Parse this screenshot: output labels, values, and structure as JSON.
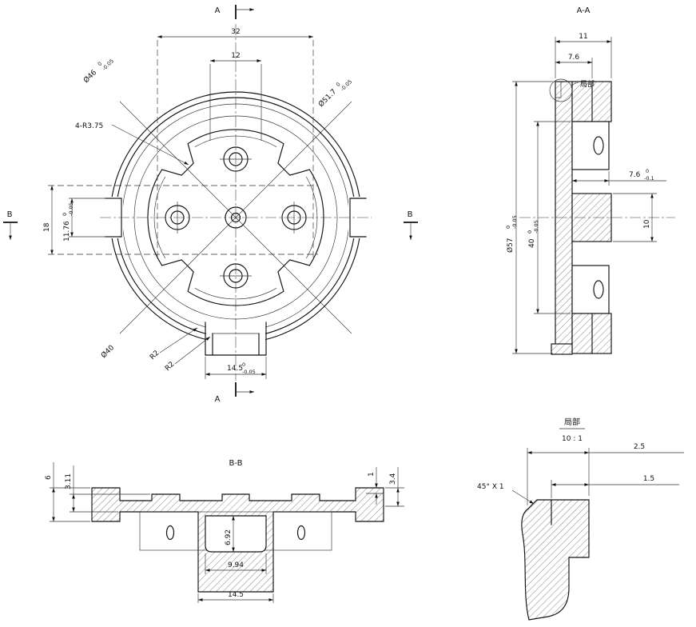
{
  "front": {
    "markers": {
      "top": "A",
      "bottom": "A",
      "left": "B",
      "right": "B"
    },
    "dims": {
      "overall_width": "32",
      "slot_width": "12",
      "side_height": "18",
      "notch_width": {
        "v": "11.76",
        "tu": "0",
        "tl": "-0.05"
      },
      "dia46": {
        "v": "Ø46",
        "tu": "0",
        "tl": "-0.05"
      },
      "dia51_7": {
        "v": "Ø51.7",
        "tu": "0",
        "tl": "-0.05"
      },
      "corner_radii": "4-R3.75",
      "dia40": "Ø40",
      "fillet_a": "R2",
      "fillet_b": "R2",
      "tab_width": {
        "v": "14.5",
        "tu": "0",
        "tl": "-0.05"
      }
    }
  },
  "aa": {
    "title": "A-A",
    "detail_callout": "局部",
    "dims": {
      "total_thickness": "11",
      "hub_thickness": "7.6",
      "dia57": {
        "v": "Ø57",
        "tu": "0",
        "tl": "-0.05"
      },
      "flange_span": {
        "v": "40",
        "tu": "0",
        "tl": "-0.05"
      },
      "step_depth": {
        "v": "7.6",
        "tu": "0",
        "tl": "-0.1"
      },
      "hub_width": "10"
    }
  },
  "bb": {
    "title": "B-B",
    "dims": {
      "total_height": "6",
      "web_height": "3.11",
      "lip_height": "1",
      "flange_height": "3.4",
      "pocket_depth": "6.92",
      "pocket_width": "9.94",
      "boss_width": "14.5"
    }
  },
  "detail": {
    "title": "局部",
    "scale": "10 : 1",
    "dims": {
      "rim_width": "2.5",
      "step_width": "1.5",
      "chamfer": "45° X 1"
    }
  }
}
